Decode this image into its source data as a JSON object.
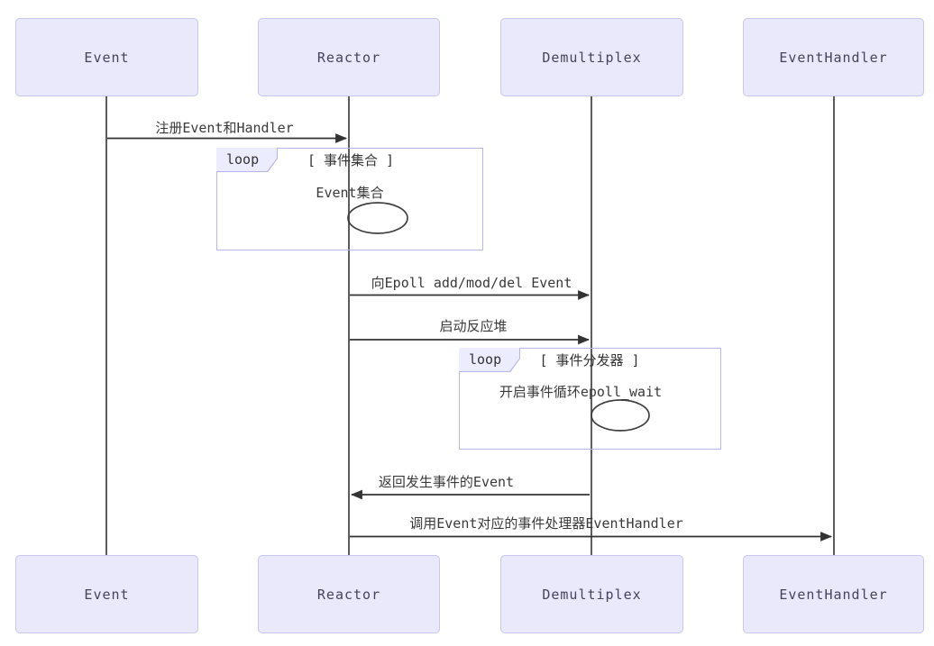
{
  "diagram": {
    "type": "sequence",
    "colors": {
      "participant_fill": "#E9E9FB",
      "participant_border": "#C7C7EF",
      "loop_border": "#B6B6E8",
      "loop_tab_fill": "#ECECFF",
      "lifeline": "#5d5d5d",
      "arrow": "#333333",
      "text": "#3a3a3a",
      "background": "#ffffff"
    },
    "participants": [
      {
        "name": "Event"
      },
      {
        "name": "Reactor"
      },
      {
        "name": "Demultiplex"
      },
      {
        "name": "EventHandler"
      }
    ],
    "messages": [
      {
        "label": "注册Event和Handler",
        "from": "Event",
        "to": "Reactor",
        "style": "solid-arrow"
      },
      {
        "label": "向Epoll add/mod/del Event",
        "from": "Reactor",
        "to": "Demultiplex",
        "style": "solid-arrow"
      },
      {
        "label": "启动反应堆",
        "from": "Reactor",
        "to": "Demultiplex",
        "style": "solid-arrow"
      },
      {
        "label": "返回发生事件的Event",
        "from": "Demultiplex",
        "to": "Reactor",
        "style": "solid-arrow"
      },
      {
        "label": "调用Event对应的事件处理器EventHandler",
        "from": "Reactor",
        "to": "EventHandler",
        "style": "solid-arrow"
      }
    ],
    "loops": [
      {
        "label": "loop",
        "condition": "[ 事件集合 ]",
        "self_message": "Event集合",
        "on": "Reactor"
      },
      {
        "label": "loop",
        "condition": "[ 事件分发器 ]",
        "self_message": "开启事件循环epoll_wait",
        "on": "Demultiplex"
      }
    ]
  }
}
